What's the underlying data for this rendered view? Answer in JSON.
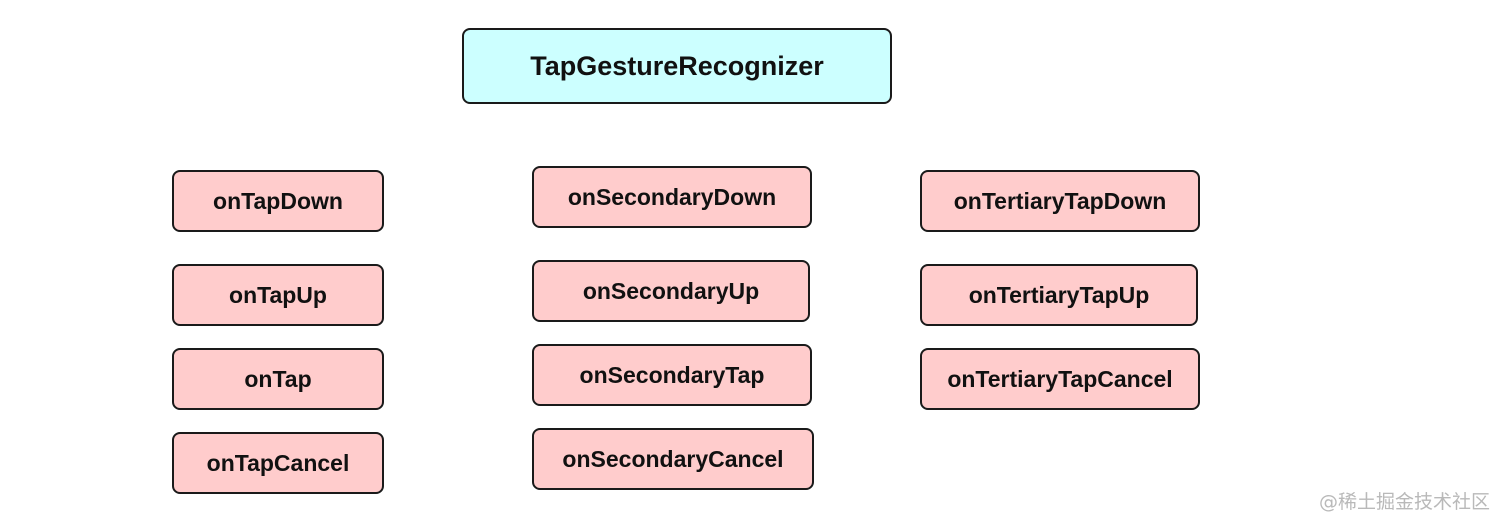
{
  "root": "TapGestureRecognizer",
  "col1": [
    "onTapDown",
    "onTapUp",
    "onTap",
    "onTapCancel"
  ],
  "col2": [
    "onSecondaryDown",
    "onSecondaryUp",
    "onSecondaryTap",
    "onSecondaryCancel"
  ],
  "col3": [
    "onTertiaryTapDown",
    "onTertiaryTapUp",
    "onTertiaryTapCancel"
  ],
  "watermark": "@稀土掘金技术社区",
  "colors": {
    "root_fill": "#ccffff",
    "node_fill": "#ffcccc",
    "border": "#1a1a1a"
  }
}
